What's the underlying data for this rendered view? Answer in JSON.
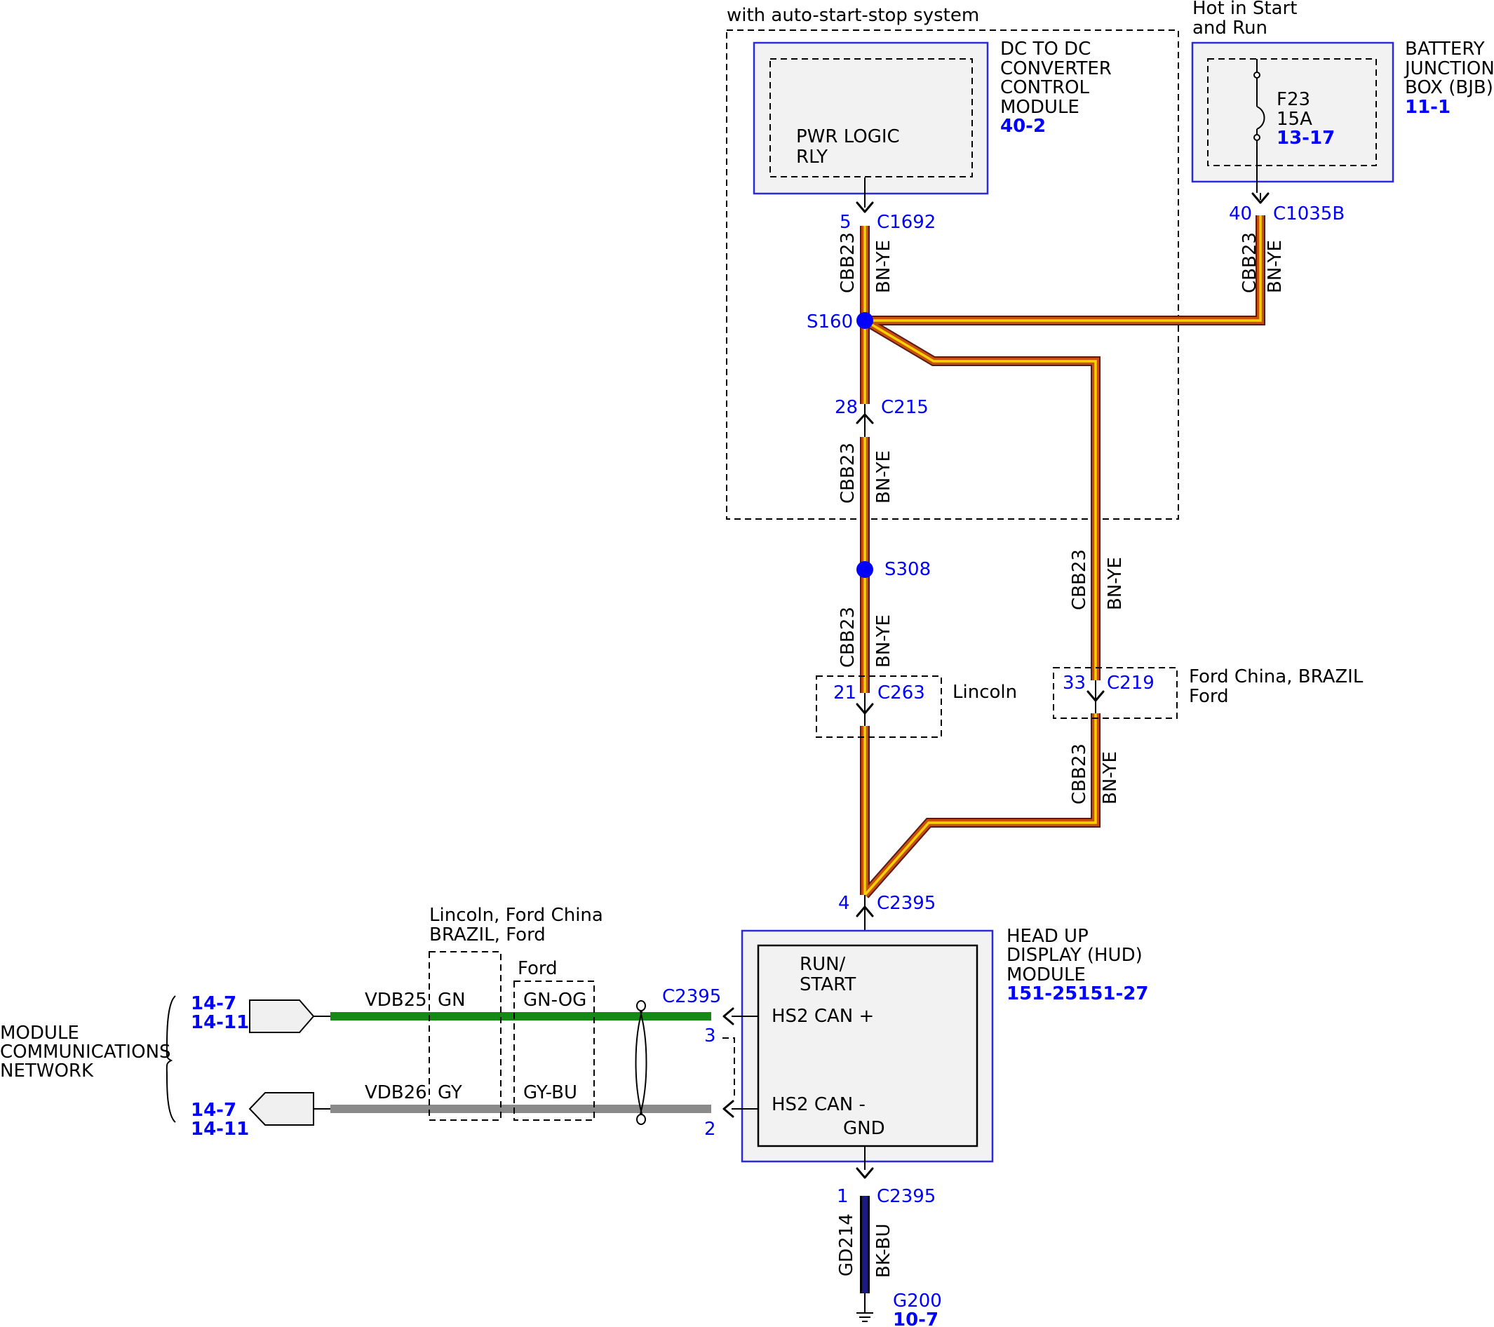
{
  "dc_dc": {
    "option_label": "with auto-start-stop system",
    "name_lines": [
      "DC TO DC",
      "CONVERTER",
      "CONTROL",
      "MODULE"
    ],
    "ref": "40-2",
    "internal_lines": [
      "PWR LOGIC",
      "RLY"
    ]
  },
  "bjb": {
    "hot_lines": [
      "Hot in Start",
      "and Run"
    ],
    "name_lines": [
      "BATTERY",
      "JUNCTION",
      "BOX (BJB)"
    ],
    "ref": "11-1",
    "fuse_lines": [
      "F23",
      "15A"
    ],
    "fuse_ref": "13-17"
  },
  "hud": {
    "name_lines": [
      "HEAD UP",
      "DISPLAY (HUD)",
      "MODULE"
    ],
    "ref": "151-25151-27",
    "run_start_lines": [
      "RUN/",
      "START"
    ],
    "hs2_plus": "HS2 CAN +",
    "hs2_minus": "HS2 CAN -",
    "gnd": "GND"
  },
  "connectors": {
    "c1692": {
      "pin": "5",
      "name": "C1692"
    },
    "c1035b": {
      "pin": "40",
      "name": "C1035B"
    },
    "c215": {
      "pin": "28",
      "name": "C215"
    },
    "c263": {
      "pin": "21",
      "name": "C263",
      "note": "Lincoln"
    },
    "c219": {
      "pin": "33",
      "name": "C219",
      "note_lines": [
        "Ford China, BRAZIL",
        "Ford"
      ]
    },
    "c2395_top": {
      "pin": "4",
      "name": "C2395"
    },
    "c2395_left": {
      "name": "C2395",
      "pin_plus": "3",
      "pin_minus": "2"
    },
    "c2395_bottom": {
      "pin": "1",
      "name": "C2395"
    }
  },
  "splices": {
    "s160": "S160",
    "s308": "S308"
  },
  "wires": {
    "circuit": "CBB23",
    "color": "BN-YE",
    "vdb25": "VDB25",
    "vdb26": "VDB26",
    "gn": "GN",
    "gn_og": "GN-OG",
    "gy": "GY",
    "gy_bu": "GY-BU",
    "gd214": "GD214",
    "bk_bu": "BK-BU"
  },
  "variants": {
    "lincoln_ford_lines": [
      "Lincoln, Ford China",
      "BRAZIL, Ford"
    ],
    "ford": "Ford"
  },
  "network": {
    "label_lines": [
      "MODULE",
      "COMMUNICATIONS",
      "NETWORK"
    ],
    "refs_top": [
      "14-7",
      "14-11"
    ],
    "refs_bottom": [
      "14-7",
      "14-11"
    ]
  },
  "ground": {
    "name": "G200",
    "ref": "10-7"
  },
  "colors": {
    "label_blue": "#0000ff",
    "wire_brown": "#c8500a",
    "wire_yellow": "#f5d200",
    "can_green": "#138a13",
    "can_gray": "#8a8a8a",
    "ground_wire": "#1a1a80"
  }
}
